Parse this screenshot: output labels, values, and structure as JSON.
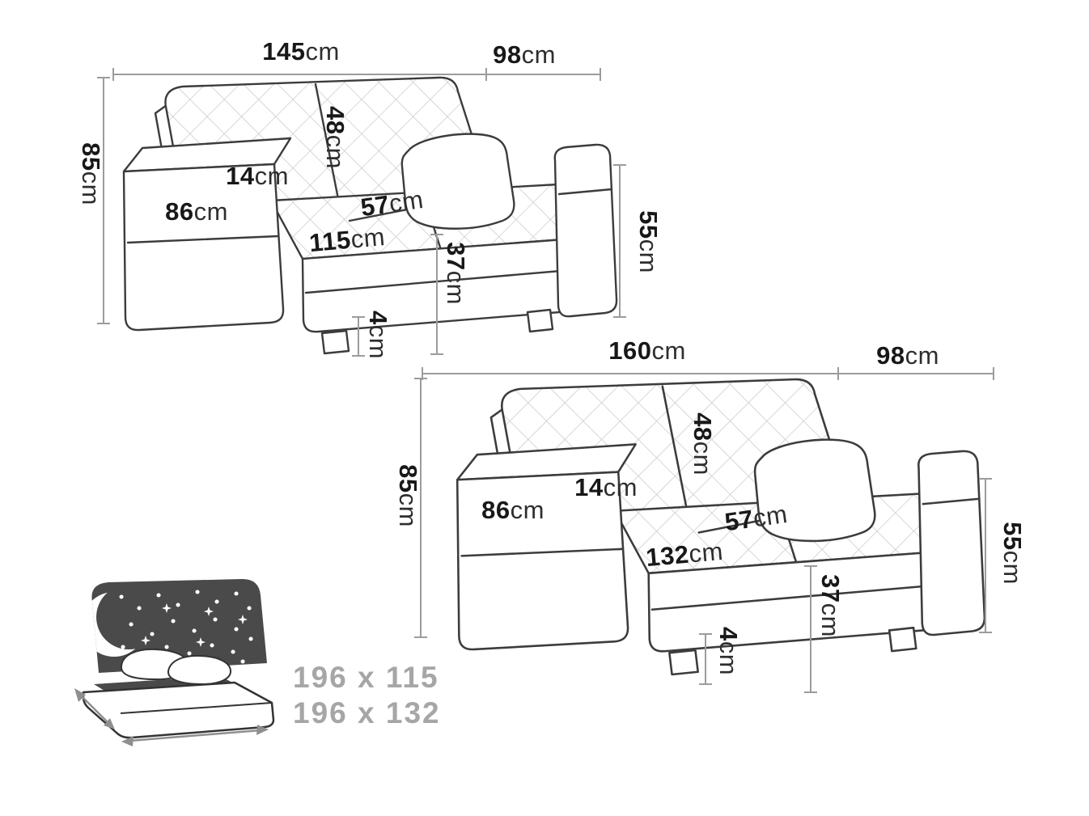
{
  "unit": "cm",
  "sofa_small": {
    "width": "145",
    "depth": "98",
    "height": "85",
    "backrest_height": "48",
    "armrest_width": "14",
    "armrest_length": "86",
    "seat_depth": "57",
    "seat_width": "115",
    "seat_height": "37",
    "arm_height": "55",
    "leg_height": "4"
  },
  "sofa_large": {
    "width": "160",
    "depth": "98",
    "height": "85",
    "backrest_height": "48",
    "armrest_width": "14",
    "armrest_length": "86",
    "seat_depth": "57",
    "seat_width": "132",
    "seat_height": "37",
    "arm_height": "55",
    "leg_height": "4"
  },
  "sleeping_dimensions": {
    "small": "196 x 115",
    "large": "196 x 132"
  }
}
